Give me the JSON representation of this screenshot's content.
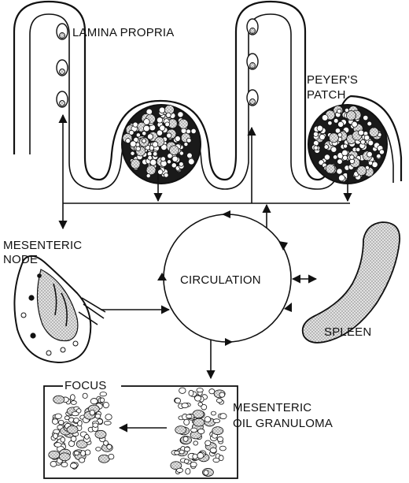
{
  "labels": {
    "lamina_propria": "LAMINA PROPRIA",
    "peyers_patch_1": "PEYER'S",
    "peyers_patch_2": "PATCH",
    "mesenteric_node_1": "MESENTERIC",
    "mesenteric_node_2": "NODE",
    "circulation": "CIRCULATION",
    "spleen": "SPLEEN",
    "focus": "FOCUS",
    "oil_granuloma_1": "MESENTERIC",
    "oil_granuloma_2": "OIL GRANULOMA"
  },
  "colors": {
    "ink": "#111111",
    "stipple": "#cfcfcf",
    "background": "#ffffff"
  }
}
